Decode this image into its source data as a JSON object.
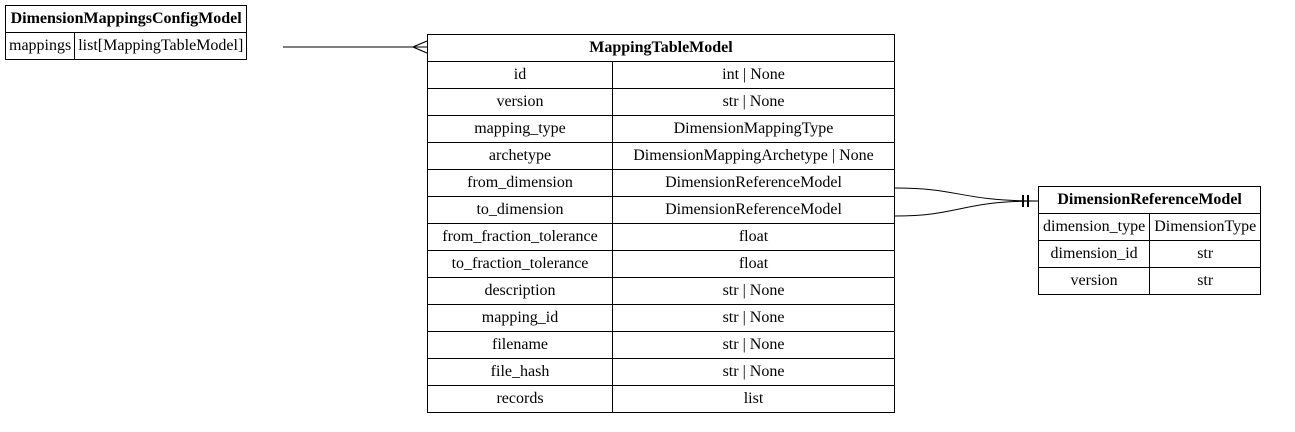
{
  "entities": {
    "config": {
      "title": "DimensionMappingsConfigModel",
      "fields": [
        {
          "name": "mappings",
          "type": "list[MappingTableModel]"
        }
      ]
    },
    "mapping": {
      "title": "MappingTableModel",
      "fields": [
        {
          "name": "id",
          "type": "int | None"
        },
        {
          "name": "version",
          "type": "str | None"
        },
        {
          "name": "mapping_type",
          "type": "DimensionMappingType"
        },
        {
          "name": "archetype",
          "type": "DimensionMappingArchetype | None"
        },
        {
          "name": "from_dimension",
          "type": "DimensionReferenceModel"
        },
        {
          "name": "to_dimension",
          "type": "DimensionReferenceModel"
        },
        {
          "name": "from_fraction_tolerance",
          "type": "float"
        },
        {
          "name": "to_fraction_tolerance",
          "type": "float"
        },
        {
          "name": "description",
          "type": "str | None"
        },
        {
          "name": "mapping_id",
          "type": "str | None"
        },
        {
          "name": "filename",
          "type": "str | None"
        },
        {
          "name": "file_hash",
          "type": "str | None"
        },
        {
          "name": "records",
          "type": "list"
        }
      ]
    },
    "dimref": {
      "title": "DimensionReferenceModel",
      "fields": [
        {
          "name": "dimension_type",
          "type": "DimensionType"
        },
        {
          "name": "dimension_id",
          "type": "str"
        },
        {
          "name": "version",
          "type": "str"
        }
      ]
    }
  },
  "relationships": [
    {
      "from": "DimensionMappingsConfigModel.mappings",
      "to": "MappingTableModel",
      "cardinality": "one-to-many"
    },
    {
      "from": "MappingTableModel.from_dimension",
      "to": "DimensionReferenceModel",
      "cardinality": "exactly-one"
    },
    {
      "from": "MappingTableModel.to_dimension",
      "to": "DimensionReferenceModel",
      "cardinality": "exactly-one"
    }
  ]
}
